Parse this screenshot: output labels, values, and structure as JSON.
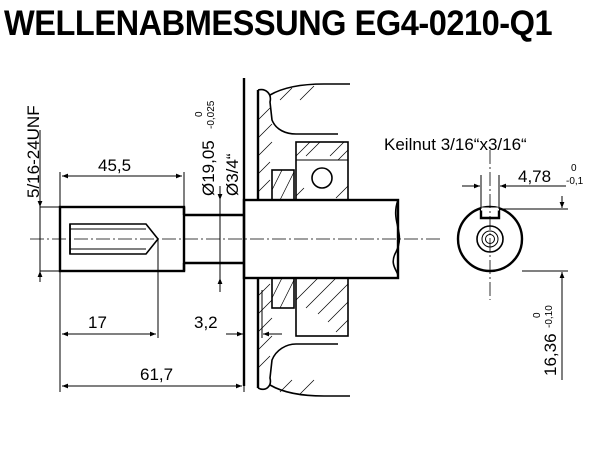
{
  "title": "WELLENABMESSUNG EG4-0210-Q1",
  "labels": {
    "thread": "5/16-24UNF",
    "keyway": "Keilnut 3/16“x3/16“"
  },
  "dimensions": {
    "thread_length": "45,5",
    "shaft_diameter": "Ø19,05",
    "shaft_diameter_tol_upper": "0",
    "shaft_diameter_tol_lower": "-0,025",
    "shaft_diameter_inch": "Ø3/4“",
    "depth_17": "17",
    "offset": "3,2",
    "total_length": "61,7",
    "key_width": "4,78",
    "key_width_tol_upper": "0",
    "key_width_tol_lower": "-0,1",
    "key_height": "16,36",
    "key_height_tol_upper": "0",
    "key_height_tol_lower": "-0,10"
  },
  "colors": {
    "line": "#000000",
    "background": "#ffffff"
  }
}
